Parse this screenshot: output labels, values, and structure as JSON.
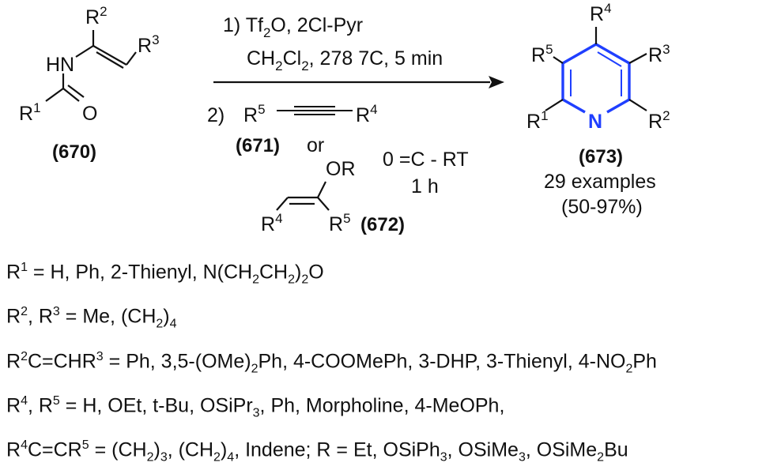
{
  "scheme": {
    "reactant": {
      "label": "(670)",
      "substituents": {
        "r1": "R",
        "r1_sup": "1",
        "r2": "R",
        "r2_sup": "2",
        "r3": "R",
        "r3_sup": "3"
      },
      "atoms": {
        "nh": "HN",
        "o": "O"
      }
    },
    "conditions": {
      "step1_prefix": "1) Tf",
      "step1_sub": "2",
      "step1_suffix": "O, 2Cl-Pyr",
      "solvent_main": "CH",
      "solvent_sub1": "2",
      "solvent_mid": "Cl",
      "solvent_sub2": "2",
      "solvent_rest": ", 278 7C, 5 min",
      "step2_prefix": "2)",
      "alkyne_r5": "R",
      "alkyne_r5_sup": "5",
      "alkyne_r4": "R",
      "alkyne_r4_sup": "4",
      "alkyne_label": "(671)",
      "or_text": "or",
      "temp_text": "0 =C - RT",
      "time_text": "1 h",
      "enol_or": "OR",
      "enol_r4": "R",
      "enol_r4_sup": "4",
      "enol_r5": "R",
      "enol_r5_sup": "5",
      "enol_label": "(672)"
    },
    "product": {
      "label": "(673)",
      "examples": "29 examples",
      "yield": "(50-97%)",
      "n_atom": "N",
      "substituents": {
        "r1": "R",
        "r1_sup": "1",
        "r2": "R",
        "r2_sup": "2",
        "r3": "R",
        "r3_sup": "3",
        "r4": "R",
        "r4_sup": "4",
        "r5": "R",
        "r5_sup": "5"
      }
    }
  },
  "notes": [
    {
      "a": "R",
      "a_sup": "1",
      "b": " = H, Ph, 2-Thienyl, N(CH",
      "b_sub": "2",
      "c": "CH",
      "c_sub": "2",
      "d": ")",
      "d_sub": "2",
      "e": "O"
    },
    {
      "a": "R",
      "a_sup": "2",
      "b": ", R",
      "b_sup": "3",
      "c": " = Me, (CH",
      "c_sub": "2",
      "d": ")",
      "d_sub": "4"
    },
    {
      "a": "R",
      "a_sup": "2",
      "b": "C=CHR",
      "b_sup": "3",
      "c": " = Ph, 3,5-(OMe)",
      "c_sub": "2",
      "d": "Ph, 4-COOMePh, 3-DHP, 3-Thienyl, 4-NO",
      "d_sub": "2",
      "e": "Ph"
    },
    {
      "a": "R",
      "a_sup": "4",
      "b": ", R",
      "b_sup": "5",
      "c": " = H, OEt, t-Bu, OSiPr",
      "c_sub": "3",
      "d": ", Ph, Morpholine, 4-MeOPh,"
    },
    {
      "a": "R",
      "a_sup": "4",
      "b": "C=CR",
      "b_sup": "5",
      "c": " = (CH",
      "c_sub": "2",
      "d": ")",
      "d_sub": "3",
      "e": ", (CH",
      "e_sub": "2",
      "f": ")",
      "f_sub": "4",
      "g": ", Indene; R = Et, OSiPh",
      "g_sub": "3",
      "h": ", OSiMe",
      "h_sub": "3",
      "i": ", OSiMe",
      "i_sub": "2",
      "j": "Bu"
    }
  ],
  "colors": {
    "ring_highlight": "#1f3fff",
    "bonds": "#111111"
  }
}
